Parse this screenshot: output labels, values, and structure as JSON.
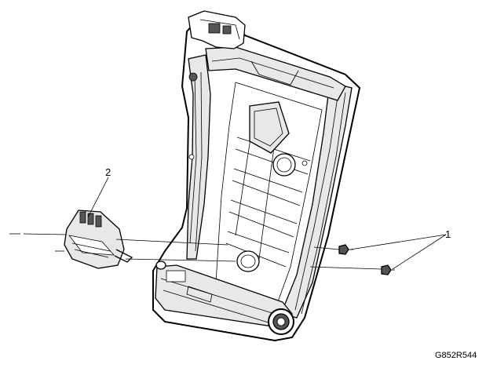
{
  "callouts": {
    "one": "1",
    "two": "2"
  },
  "figure_id": "G852R544"
}
